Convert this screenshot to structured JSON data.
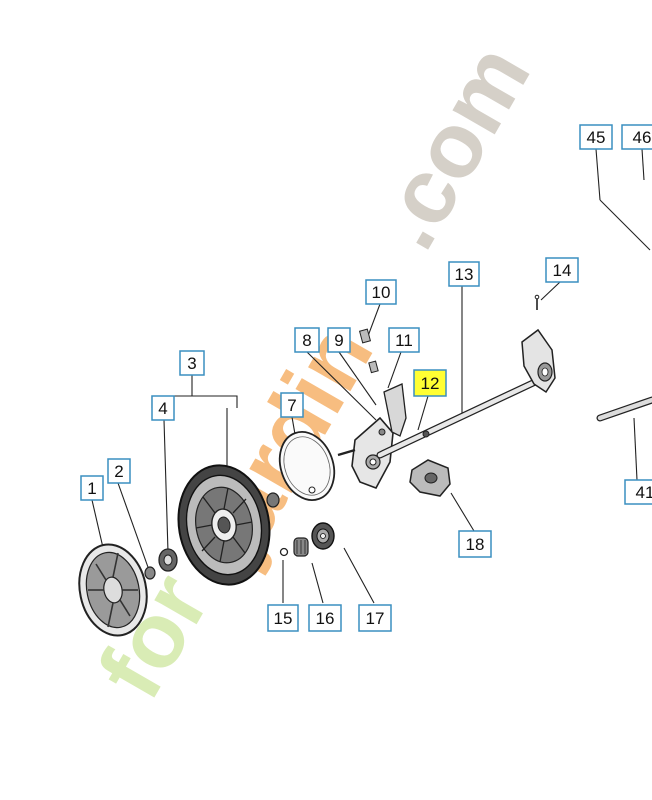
{
  "diagram": {
    "labels": [
      {
        "id": "1",
        "text": "1"
      },
      {
        "id": "2",
        "text": "2"
      },
      {
        "id": "3",
        "text": "3"
      },
      {
        "id": "4",
        "text": "4"
      },
      {
        "id": "7",
        "text": "7"
      },
      {
        "id": "8",
        "text": "8"
      },
      {
        "id": "9",
        "text": "9"
      },
      {
        "id": "10",
        "text": "10"
      },
      {
        "id": "11",
        "text": "11"
      },
      {
        "id": "12",
        "text": "12",
        "highlighted": true
      },
      {
        "id": "13",
        "text": "13"
      },
      {
        "id": "14",
        "text": "14"
      },
      {
        "id": "15",
        "text": "15"
      },
      {
        "id": "16",
        "text": "16"
      },
      {
        "id": "17",
        "text": "17"
      },
      {
        "id": "18",
        "text": "18"
      },
      {
        "id": "41",
        "text": "41"
      },
      {
        "id": "45",
        "text": "45"
      },
      {
        "id": "46",
        "text": "46"
      }
    ]
  },
  "watermark": {
    "part1": "for",
    "part2": "jardin",
    "part3": ".com",
    "colors": {
      "green": "#d9ecb5",
      "orange": "#f6b26b",
      "gray": "#d5d0c8"
    }
  },
  "colors": {
    "label_border": "#3a8fc0",
    "label_highlight": "#ffff33",
    "line": "#222222"
  }
}
